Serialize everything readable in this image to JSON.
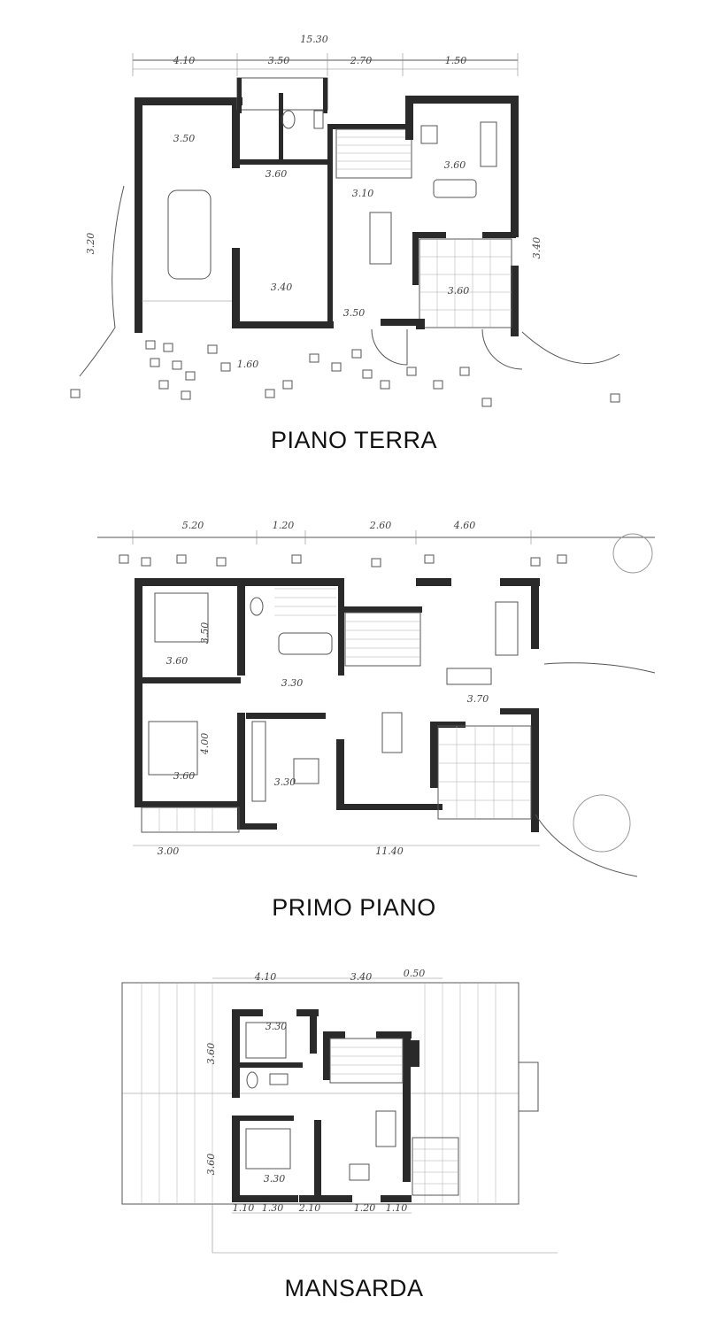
{
  "floors": [
    {
      "id": "ground",
      "caption": "PIANO TERRA",
      "dims": {
        "overall": "15.30",
        "seg1": "4.10",
        "seg2": "3.50",
        "seg3": "2.70",
        "seg4": "1.50",
        "garage_w": "3.50",
        "room_a": "3.60",
        "room_b": "3.10",
        "room_c": "3.40",
        "room_d": "3.60",
        "room_e": "3.50",
        "side_h": "3.20",
        "side_r": "3.40",
        "walk": "1.60"
      }
    },
    {
      "id": "first",
      "caption": "PRIMO PIANO",
      "dims": {
        "seg1": "5.20",
        "seg2": "1.20",
        "seg3": "2.60",
        "seg4": "4.60",
        "bed1": "3.60",
        "bed1_h": "3.50",
        "hall": "3.30",
        "bed2": "3.60",
        "bed2_h": "4.00",
        "kitchen": "3.30",
        "living": "3.70",
        "bottom_l": "3.00",
        "bottom_r": "11.40"
      }
    },
    {
      "id": "attic",
      "caption": "MANSARDA",
      "dims": {
        "top1": "4.10",
        "top2": "3.40",
        "top3": "0.50",
        "room1": "3.30",
        "room1_h": "3.60",
        "room2": "3.30",
        "room2_h": "3.60",
        "b1": "1.10",
        "b2": "1.30",
        "b3": "2.10",
        "b4": "1.20",
        "b5": "1.10"
      }
    }
  ]
}
